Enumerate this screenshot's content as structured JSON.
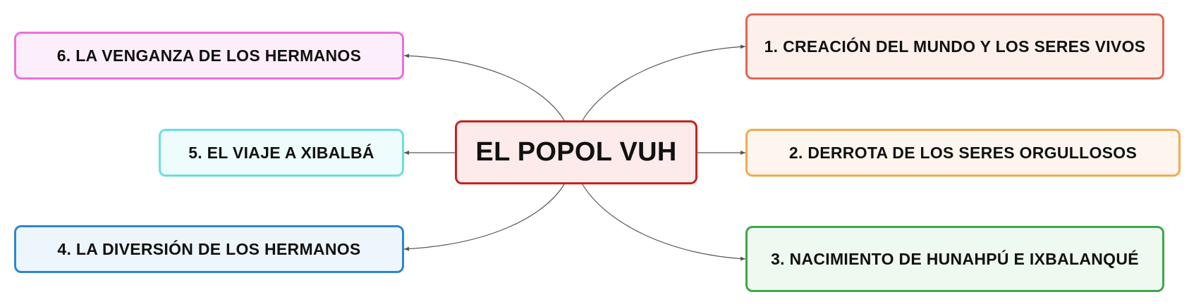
{
  "central": {
    "label": "EL POPOL VUH"
  },
  "branches": [
    {
      "label": "1. CREACIÓN DEL MUNDO Y LOS SERES VIVOS",
      "color": "#e26456"
    },
    {
      "label": "2. DERROTA DE LOS SERES ORGULLOSOS",
      "color": "#f3a94d"
    },
    {
      "label": "3. NACIMIENTO DE HUNAHPÚ E IXBALANQUÉ",
      "color": "#3fa64d"
    },
    {
      "label": "4. LA DIVERSIÓN DE LOS HERMANOS",
      "color": "#2b86d0"
    },
    {
      "label": "5. EL VIAJE A XIBALBÁ",
      "color": "#69dfdc"
    },
    {
      "label": "6. LA VENGANZA DE LOS HERMANOS",
      "color": "#ea6fdb"
    }
  ]
}
